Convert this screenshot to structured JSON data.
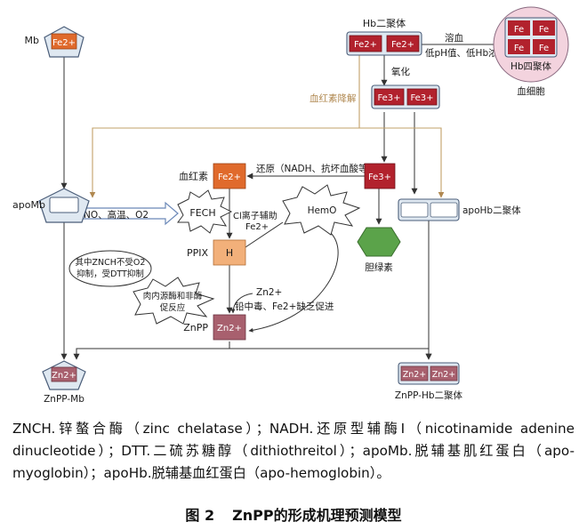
{
  "colors": {
    "orange": "#e06a2c",
    "red_dark": "#b2222d",
    "mauve": "#a8606e",
    "pale_orange": "#f2b07a",
    "green": "#5ba34a",
    "tan_line": "#c2a068",
    "cell_pink": "#f3d3de"
  },
  "nodes": {
    "mb": {
      "label": "Mb",
      "ion": "Fe2+"
    },
    "apomb": {
      "label": "apoMb"
    },
    "hb_dimer": {
      "label": "Hb二聚体",
      "ion_a": "Fe2+",
      "ion_b": "Fe2+"
    },
    "hb_tetramer": {
      "label": "Hb四聚体",
      "cells": [
        "Fe",
        "Fe",
        "Fe",
        "Fe"
      ]
    },
    "red_cell": {
      "label": "血细胞"
    },
    "fe3_dimer": {
      "ion_a": "Fe3+",
      "ion_b": "Fe3+"
    },
    "heme": {
      "label": "血红素",
      "ion": "Fe2+"
    },
    "fe3_single": {
      "ion": "Fe3+"
    },
    "apohb": {
      "label": "apoHb二聚体"
    },
    "fech": {
      "label": "FECH"
    },
    "hemo": {
      "label": "HemO"
    },
    "biliverdin": {
      "label": "胆绿素"
    },
    "ppix": {
      "label": "PPIX",
      "ion": "H"
    },
    "znch": {
      "line1": "其中ZNCH不受O2",
      "line2": "抑制，受DTT抑制"
    },
    "endo": {
      "line1": "肉内源酶和非酶",
      "line2": "促反应"
    },
    "znpp": {
      "label": "ZnPP",
      "ion": "Zn2+"
    },
    "znpp_mb": {
      "label": "ZnPP-Mb",
      "ion": "Zn2+"
    },
    "znpp_hb": {
      "label": "ZnPP-Hb二聚体",
      "ion_a": "Zn2+",
      "ion_b": "Zn2+"
    }
  },
  "edge_labels": {
    "hemolysis": "溶血",
    "hemolysis_cond": "低pH值、低Hb浓度",
    "oxidation": "氧化",
    "degradation": "血红素降解",
    "reduction": "还原（NADH、抗坏血酸等）",
    "no_cond": "NO、高温、O2",
    "cl_assist_1": "Cl离子辅助",
    "cl_assist_2": "Fe2+",
    "zn_in": "Zn2+",
    "lead": "铅中毒、Fe2+缺乏促进"
  },
  "legend": {
    "text": "ZNCH.锌螯合酶（zinc chelatase）；NADH.还原型辅酶I（nicotinamide adenine dinucleotide）；DTT.二硫苏糖醇（dithiothreitol）；apoMb.脱辅基肌红蛋白（apo-myoglobin）；apoHb.脱辅基血红蛋白（apo-hemoglobin）。"
  },
  "caption": {
    "number": "图 2",
    "title": "ZnPP的形成机理预测模型"
  }
}
